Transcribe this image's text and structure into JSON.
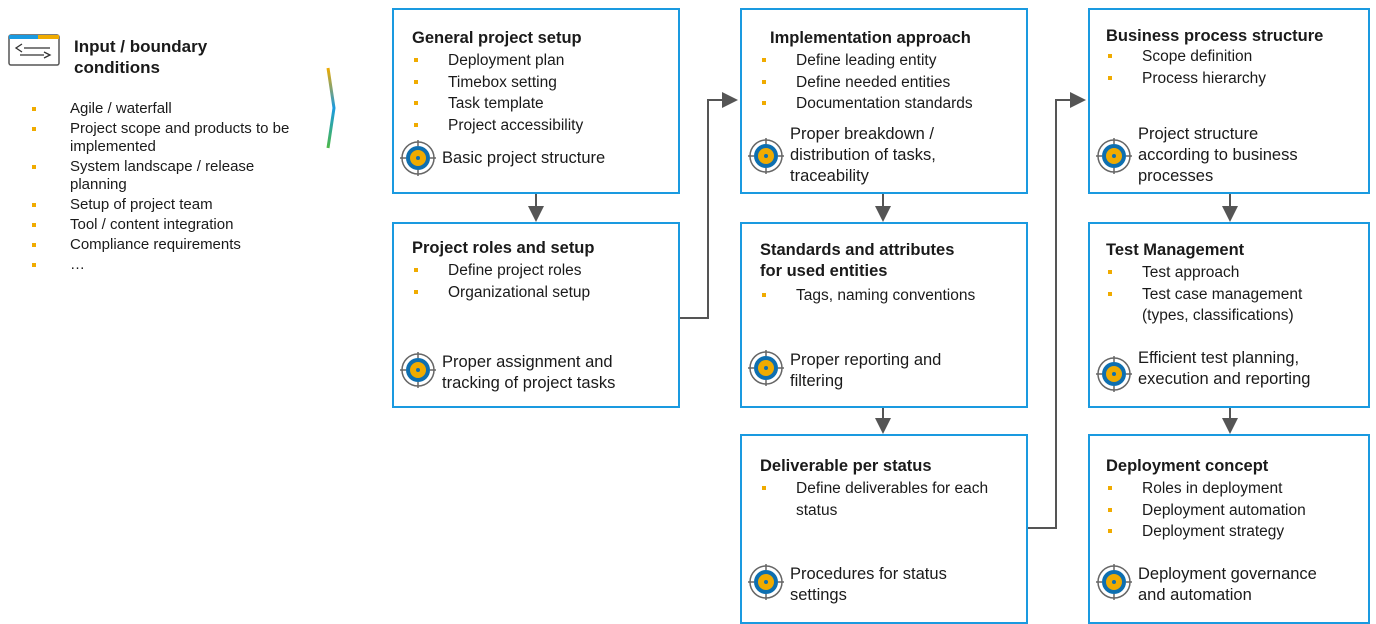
{
  "input": {
    "title_line1": "Input / boundary",
    "title_line2": "conditions",
    "items": [
      "Agile / waterfall",
      "Project scope and products to be implemented",
      "System landscape / release planning",
      "Setup of project team",
      "Tool / content integration",
      "Compliance requirements",
      "…"
    ]
  },
  "boxes": {
    "general": {
      "title": "General project setup",
      "items": [
        "Deployment plan",
        "Timebox setting",
        "Task template",
        "Project accessibility"
      ],
      "outcome": "Basic project structure"
    },
    "roles": {
      "title": "Project roles and setup",
      "items": [
        "Define project roles",
        "Organizational setup"
      ],
      "outcome_line1": "Proper assignment and",
      "outcome_line2": "tracking of project tasks"
    },
    "implementation": {
      "title": "Implementation approach",
      "items": [
        "Define leading entity",
        "Define needed entities",
        "Documentation standards"
      ],
      "outcome_line1": "Proper breakdown /",
      "outcome_line2": "distribution of tasks,",
      "outcome_line3": "traceability"
    },
    "standards": {
      "title_line1": "Standards and attributes",
      "title_line2": "for used entities",
      "items": [
        "Tags, naming conventions"
      ],
      "outcome_line1": "Proper reporting and",
      "outcome_line2": "filtering"
    },
    "deliverable": {
      "title": "Deliverable per status",
      "item_line1": "Define deliverables for each",
      "item_line2": "status",
      "outcome_line1": "Procedures for status",
      "outcome_line2": "settings"
    },
    "business": {
      "title": "Business process structure",
      "items": [
        "Scope definition",
        "Process hierarchy"
      ],
      "outcome_line1": "Project structure",
      "outcome_line2": "according to business",
      "outcome_line3": "processes"
    },
    "test": {
      "title": "Test Management",
      "item1": "Test approach",
      "item2_line1": "Test case management",
      "item2_line2": "(types, classifications)",
      "outcome_line1": "Efficient test planning,",
      "outcome_line2": "execution and reporting"
    },
    "deployment": {
      "title": "Deployment concept",
      "items": [
        "Roles in deployment",
        "Deployment automation",
        "Deployment strategy"
      ],
      "outcome_line1": "Deployment governance",
      "outcome_line2": "and automation"
    }
  },
  "colors": {
    "box_border": "#1a9ae0",
    "bullet": "#f0ab00",
    "connector": "#555555",
    "target_ring": "#0e6fb0",
    "target_fill": "#f0ab00"
  }
}
